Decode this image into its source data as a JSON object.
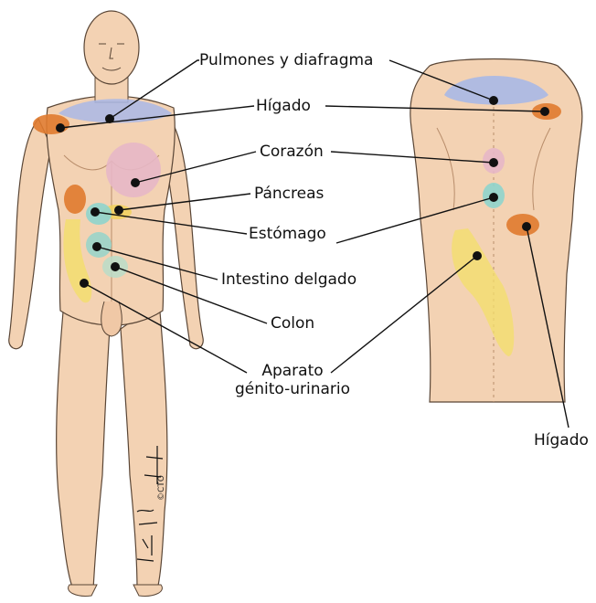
{
  "labels": {
    "lungs": "Pulmones y diafragma",
    "liver_front": "Hígado",
    "heart": "Corazón",
    "pancreas": "Páncreas",
    "stomach": "Estómago",
    "small_intestine": "Intestino delgado",
    "colon": "Colon",
    "genitourinary_line1": "Aparato",
    "genitourinary_line2": "génito-urinario",
    "liver_back": "Hígado"
  },
  "copyright": "©CTO",
  "colors": {
    "skin": "#f3d2b3",
    "skin_shadow": "#d9aa86",
    "outline": "#5a4636",
    "lungs_zone": "#a9b8e6",
    "liver_zone": "#e07a2e",
    "heart_zone": "#e7b7c7",
    "pancreas_zone": "#f1d25a",
    "stomach_zone": "#8fd4cc",
    "intestine_zone": "#b9ddc8",
    "genito_zone": "#f3df6a",
    "dot": "#111111"
  },
  "icons": [
    "front-body-figure",
    "back-torso-figure",
    "pain-dot",
    "signature-mark"
  ]
}
